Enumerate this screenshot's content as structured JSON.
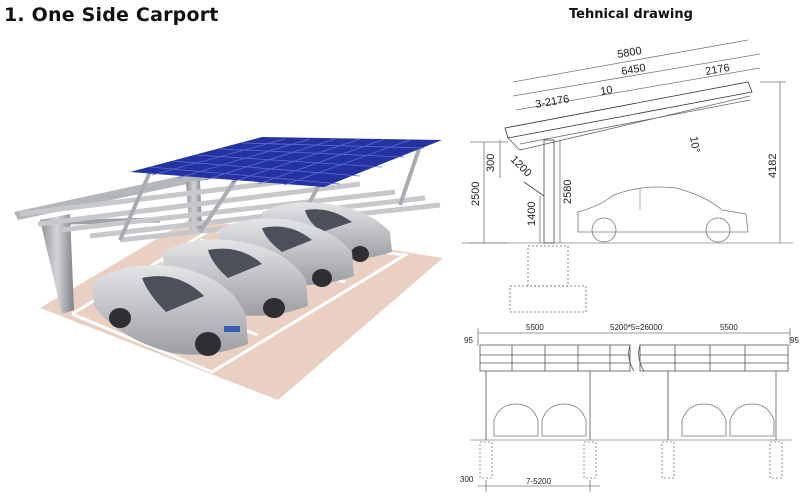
{
  "title": "1. One Side Carport",
  "drawing_title": "Tehnical drawing",
  "side_view": {
    "dims": {
      "d5800": "5800",
      "d6450": "6450",
      "d2176": "2176",
      "d3x2176": "3-2176",
      "d10": "10",
      "angle": "10°",
      "d300": "300",
      "d1200": "1200",
      "d2500": "2500",
      "d1400": "1400",
      "d2580": "2580",
      "d4182": "4182"
    }
  },
  "plan_view": {
    "dims": {
      "left_span": "5500",
      "center_span": "5200*5=26000",
      "right_span": "5500",
      "left_overhang": "95",
      "right_overhang": "95",
      "bottom_300": "300",
      "bottom_span": "7-5200"
    }
  },
  "colors": {
    "panel": "#2b3aa8",
    "panel_cell": "#3d4fd0",
    "frame": "#b9bcc0",
    "ground": "#e9c7b6",
    "car": "#c9cacc"
  }
}
